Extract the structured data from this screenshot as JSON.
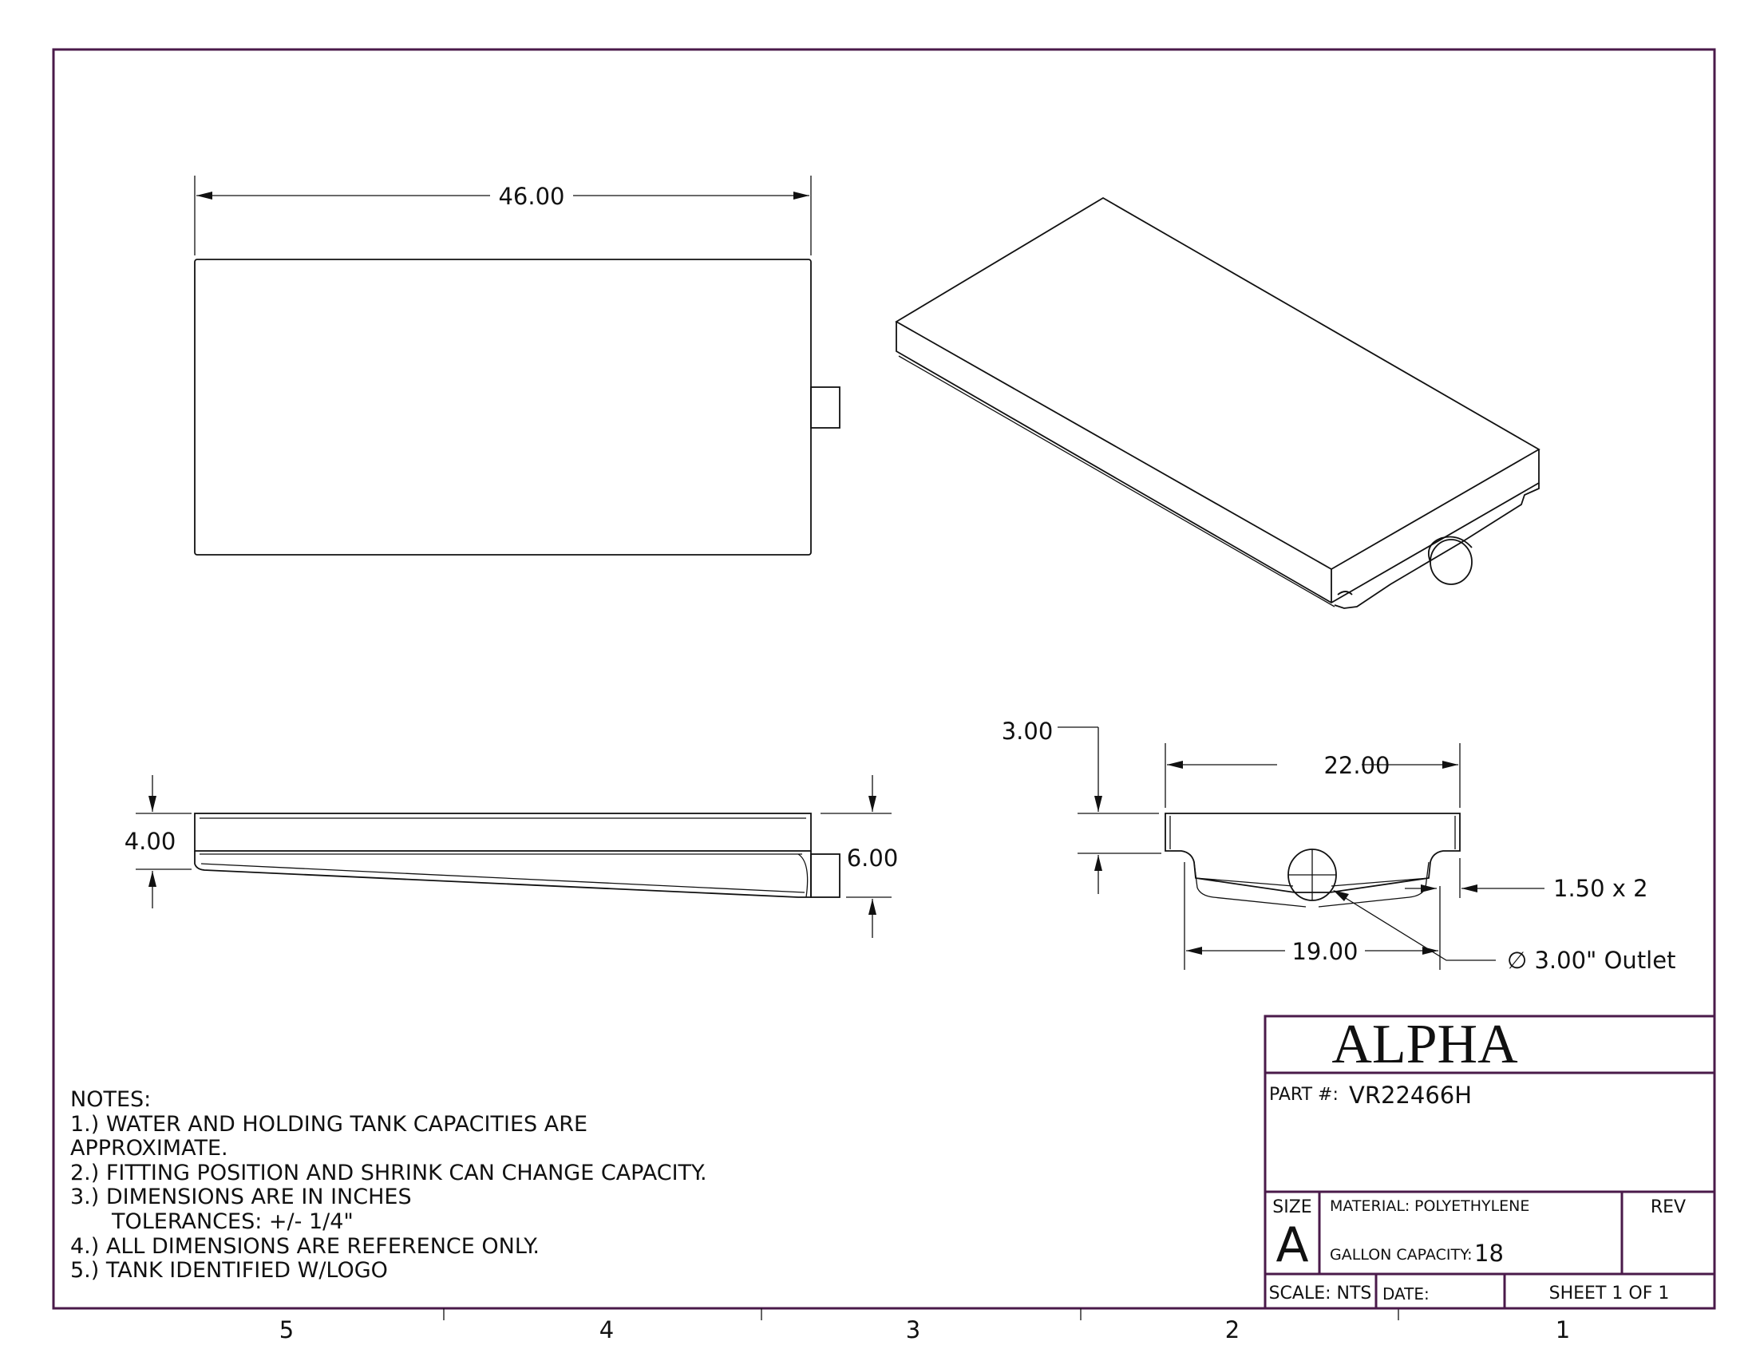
{
  "drawing": {
    "dimensions": {
      "length": "46.00",
      "height_front": "4.00",
      "height_rear": "6.00",
      "flange_height": "3.00",
      "width": "22.00",
      "bottom_width": "19.00",
      "step": "1.50 x 2",
      "outlet": "∅ 3.00\" Outlet"
    },
    "zone_numbers": [
      "5",
      "4",
      "3",
      "2",
      "1"
    ]
  },
  "notes": {
    "title": "NOTES:",
    "lines": [
      "1.) WATER AND HOLDING TANK CAPACITIES ARE",
      "APPROXIMATE.",
      "2.) FITTING POSITION AND SHRINK CAN CHANGE CAPACITY.",
      "3.) DIMENSIONS ARE IN INCHES",
      "TOLERANCES: +/- 1/4\"",
      "4.) ALL DIMENSIONS ARE REFERENCE ONLY.",
      "5.) TANK IDENTIFIED W/LOGO"
    ]
  },
  "title_block": {
    "company": "ALPHA",
    "part_label": "PART  #:",
    "part_number": "VR22466H",
    "size_label": "SIZE",
    "size": "A",
    "material_label": "MATERIAL:",
    "material": "POLYETHYLENE",
    "capacity_label": "GALLON CAPACITY:",
    "capacity": "18",
    "rev_label": "REV",
    "scale": "SCALE: NTS",
    "date_label": "DATE:",
    "sheet": "SHEET 1 OF 1"
  },
  "colors": {
    "frame": "#4a1a4a",
    "lines": "#111111"
  }
}
